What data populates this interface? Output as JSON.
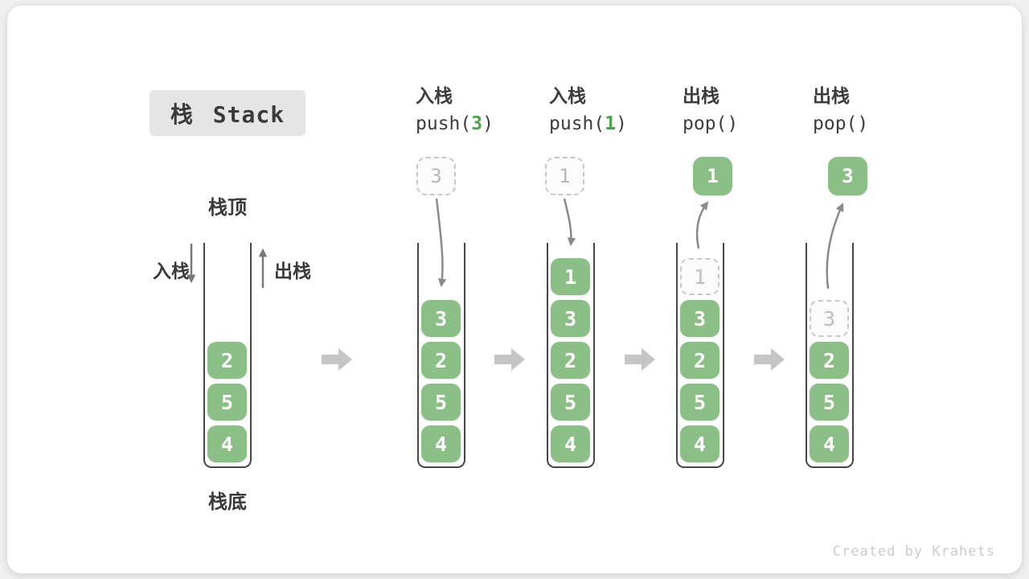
{
  "title": "栈 Stack",
  "watermark": "Created by Krahets",
  "annotations": {
    "stack_top": "栈顶",
    "stack_bottom": "栈底",
    "push_side": "入栈",
    "pop_side": "出栈"
  },
  "columns": [
    {
      "id": "initial",
      "cells": [
        "2",
        "5",
        "4"
      ]
    },
    {
      "id": "push-3",
      "op_name": "入栈",
      "code_pre": "push(",
      "code_arg": "3",
      "code_post": ")",
      "floating_value": "3",
      "cells": [
        "3",
        "2",
        "5",
        "4"
      ]
    },
    {
      "id": "push-1",
      "op_name": "入栈",
      "code_pre": "push(",
      "code_arg": "1",
      "code_post": ")",
      "floating_value": "1",
      "cells": [
        "1",
        "3",
        "2",
        "5",
        "4"
      ]
    },
    {
      "id": "pop-first",
      "op_name": "出栈",
      "code_pre": "pop(",
      "code_arg": "",
      "code_post": ")",
      "floating_value": "1",
      "ghost_value": "1",
      "cells": [
        "3",
        "2",
        "5",
        "4"
      ]
    },
    {
      "id": "pop-second",
      "op_name": "出栈",
      "code_pre": "pop(",
      "code_arg": "",
      "code_post": ")",
      "floating_value": "3",
      "ghost_value": "3",
      "cells": [
        "2",
        "5",
        "4"
      ]
    }
  ],
  "colors": {
    "cell_green": "#8CBF87",
    "code_arg_green": "#4FA052",
    "block_arrow_gray": "#C5C5C5",
    "curve_arrow_gray": "#8A8A8A",
    "dashed_border_gray": "#C8C8C8",
    "title_box_bg": "#E5E5E5",
    "text_dark": "#3A3A3A",
    "watermark_gray": "#CBCBCB"
  }
}
